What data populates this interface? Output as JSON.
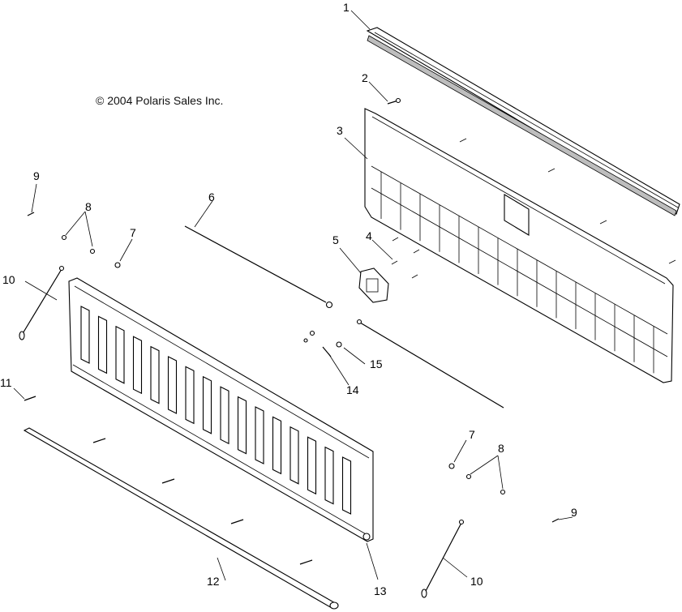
{
  "copyright": "© 2004 Polaris Sales Inc.",
  "callouts": {
    "c1": "1",
    "c2": "2",
    "c3": "3",
    "c4": "4",
    "c5": "5",
    "c6": "6",
    "c7a": "7",
    "c7b": "7",
    "c8a": "8",
    "c8b": "8",
    "c9a": "9",
    "c9b": "9",
    "c10a": "10",
    "c10b": "10",
    "c11": "11",
    "c12": "12",
    "c13": "13",
    "c14": "14",
    "c15": "15"
  }
}
